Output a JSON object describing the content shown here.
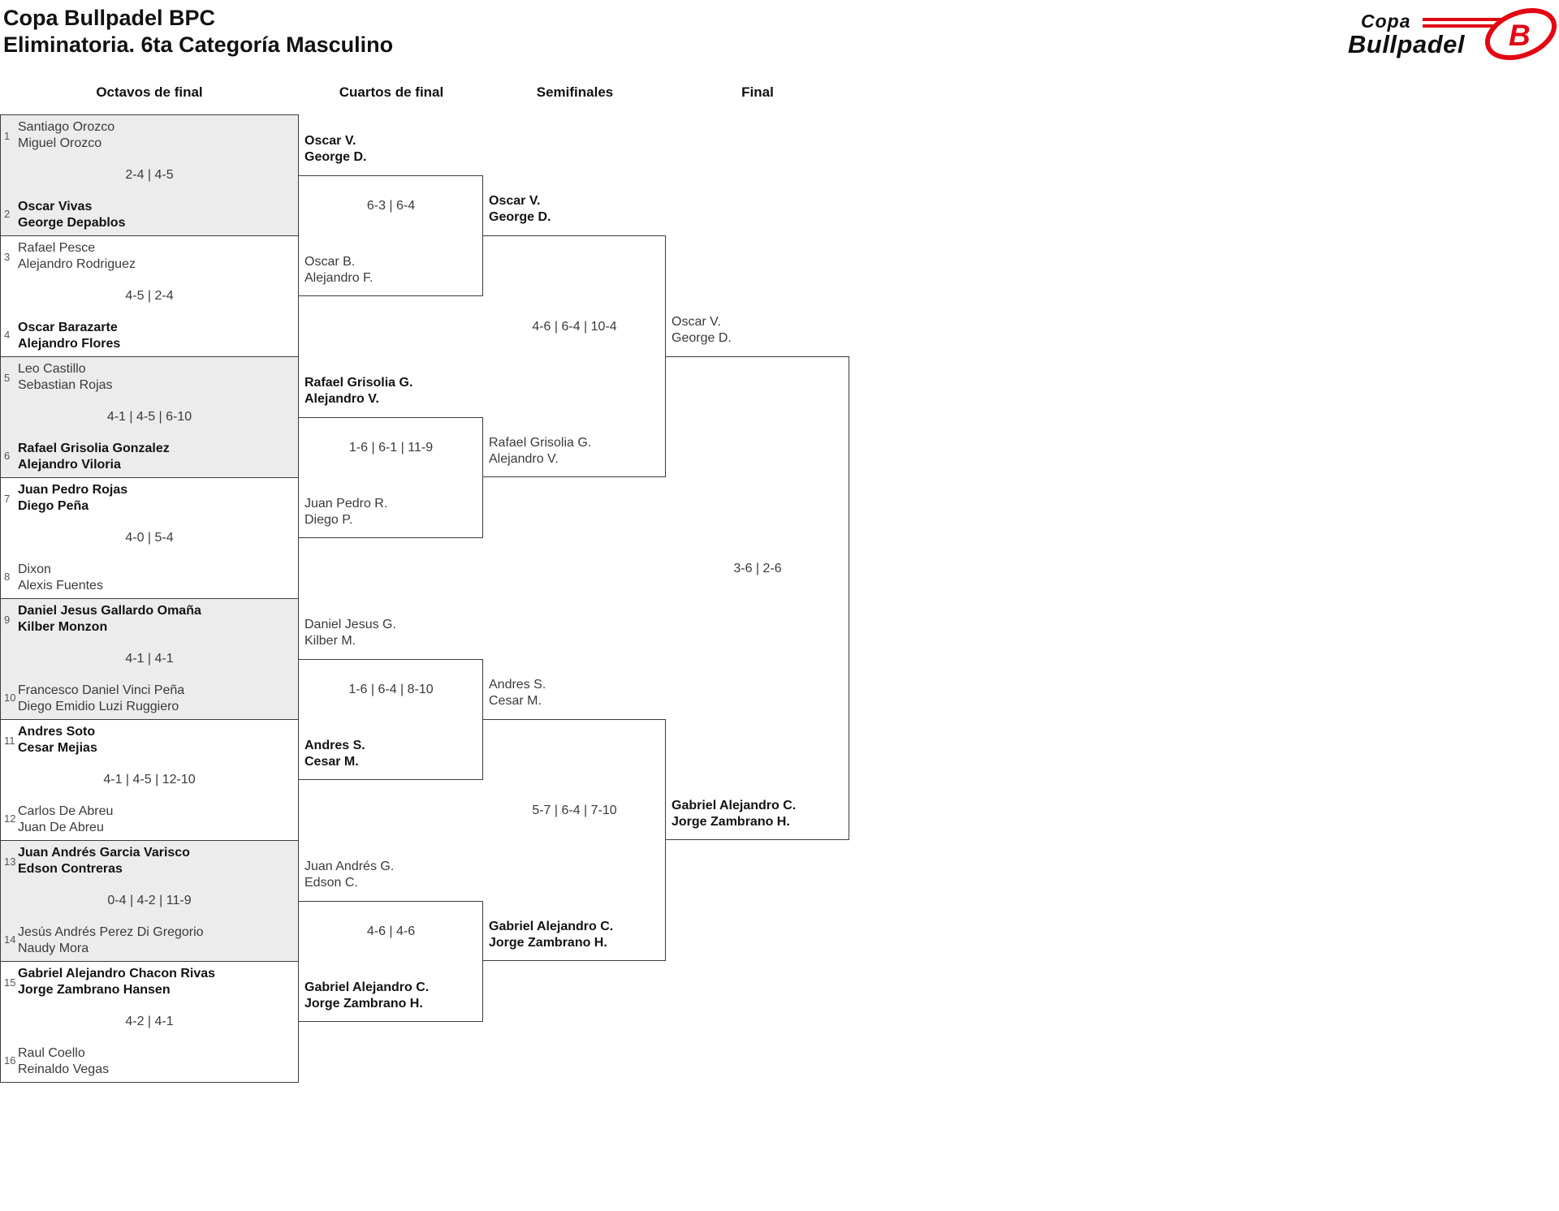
{
  "page": {
    "title_line1": "Copa Bullpadel BPC",
    "title_line2": "Eliminatoria. 6ta Categoría Masculino"
  },
  "logo": {
    "text_top": "Copa",
    "text_bottom": "Bullpadel",
    "emblem_letter": "B",
    "red": "#e30613",
    "black": "#111111"
  },
  "round_headers": [
    "Octavos de final",
    "Cuartos de final",
    "Semifinales",
    "Final"
  ],
  "colors": {
    "border": "#3c3c3c",
    "shaded_box": "#ececec",
    "box_bg": "#ffffff",
    "winner_text": "#131313",
    "default_text": "#3a3a3a",
    "seed_text": "#555555"
  },
  "bracket": {
    "octavos": [
      {
        "seed_top": "1",
        "team_top": [
          "Santiago Orozco",
          "Miguel Orozco"
        ],
        "top_winner": false,
        "score": "2-4 | 4-5",
        "seed_bottom": "2",
        "team_bottom": [
          "Oscar Vivas",
          "George Depablos"
        ],
        "bottom_winner": true,
        "shaded": true
      },
      {
        "seed_top": "3",
        "team_top": [
          "Rafael Pesce",
          "Alejandro Rodriguez"
        ],
        "top_winner": false,
        "score": "4-5 | 2-4",
        "seed_bottom": "4",
        "team_bottom": [
          "Oscar Barazarte",
          "Alejandro Flores"
        ],
        "bottom_winner": true,
        "shaded": false
      },
      {
        "seed_top": "5",
        "team_top": [
          "Leo Castillo",
          "Sebastian Rojas"
        ],
        "top_winner": false,
        "score": "4-1 | 4-5 | 6-10",
        "seed_bottom": "6",
        "team_bottom": [
          "Rafael Grisolia Gonzalez",
          "Alejandro Viloria"
        ],
        "bottom_winner": true,
        "shaded": true
      },
      {
        "seed_top": "7",
        "team_top": [
          "Juan Pedro Rojas",
          "Diego Peña"
        ],
        "top_winner": true,
        "score": "4-0 | 5-4",
        "seed_bottom": "8",
        "team_bottom": [
          "Dixon",
          "Alexis Fuentes"
        ],
        "bottom_winner": false,
        "shaded": false
      },
      {
        "seed_top": "9",
        "team_top": [
          "Daniel Jesus Gallardo Omaña",
          "Kilber Monzon"
        ],
        "top_winner": true,
        "score": "4-1 | 4-1",
        "seed_bottom": "10",
        "team_bottom": [
          "Francesco Daniel Vinci Peña",
          "Diego Emidio Luzi Ruggiero"
        ],
        "bottom_winner": false,
        "shaded": true
      },
      {
        "seed_top": "11",
        "team_top": [
          "Andres Soto",
          "Cesar Mejias"
        ],
        "top_winner": true,
        "score": "4-1 | 4-5 | 12-10",
        "seed_bottom": "12",
        "team_bottom": [
          "Carlos De Abreu",
          "Juan De Abreu"
        ],
        "bottom_winner": false,
        "shaded": false
      },
      {
        "seed_top": "13",
        "team_top": [
          "Juan Andrés Garcia Varisco",
          "Edson Contreras"
        ],
        "top_winner": true,
        "score": "0-4 | 4-2 | 11-9",
        "seed_bottom": "14",
        "team_bottom": [
          "Jesús Andrés Perez Di Gregorio",
          "Naudy Mora"
        ],
        "bottom_winner": false,
        "shaded": true
      },
      {
        "seed_top": "15",
        "team_top": [
          "Gabriel Alejandro Chacon Rivas",
          "Jorge Zambrano Hansen"
        ],
        "top_winner": true,
        "score": "4-2 | 4-1",
        "seed_bottom": "16",
        "team_bottom": [
          "Raul Coello",
          "Reinaldo Vegas"
        ],
        "bottom_winner": false,
        "shaded": false
      }
    ],
    "cuartos": [
      {
        "team_top": [
          "Oscar V.",
          "George D."
        ],
        "top_winner": true,
        "score": "6-3 | 6-4",
        "team_bottom": [
          "Oscar B.",
          "Alejandro F."
        ],
        "bottom_winner": false
      },
      {
        "team_top": [
          "Rafael Grisolia G.",
          "Alejandro V."
        ],
        "top_winner": true,
        "score": "1-6 | 6-1 | 11-9",
        "team_bottom": [
          "Juan Pedro R.",
          "Diego P."
        ],
        "bottom_winner": false
      },
      {
        "team_top": [
          "Daniel Jesus G.",
          "Kilber M."
        ],
        "top_winner": false,
        "score": "1-6 | 6-4 | 8-10",
        "team_bottom": [
          "Andres S.",
          "Cesar M."
        ],
        "bottom_winner": true
      },
      {
        "team_top": [
          "Juan Andrés G.",
          "Edson C."
        ],
        "top_winner": false,
        "score": "4-6 | 4-6",
        "team_bottom": [
          "Gabriel Alejandro C.",
          "Jorge Zambrano H."
        ],
        "bottom_winner": true
      }
    ],
    "semifinales": [
      {
        "team_top": [
          "Oscar V.",
          "George D."
        ],
        "top_winner": true,
        "score": "4-6 | 6-4 | 10-4",
        "team_bottom": [
          "Rafael Grisolia G.",
          "Alejandro V."
        ],
        "bottom_winner": false
      },
      {
        "team_top": [
          "Andres S.",
          "Cesar M."
        ],
        "top_winner": false,
        "score": "5-7 | 6-4 | 7-10",
        "team_bottom": [
          "Gabriel Alejandro C.",
          "Jorge Zambrano H."
        ],
        "bottom_winner": true
      }
    ],
    "final": [
      {
        "team_top": [
          "Oscar V.",
          "George D."
        ],
        "top_winner": false,
        "score": "3-6 | 2-6",
        "team_bottom": [
          "Gabriel Alejandro C.",
          "Jorge Zambrano H."
        ],
        "bottom_winner": true
      }
    ]
  }
}
